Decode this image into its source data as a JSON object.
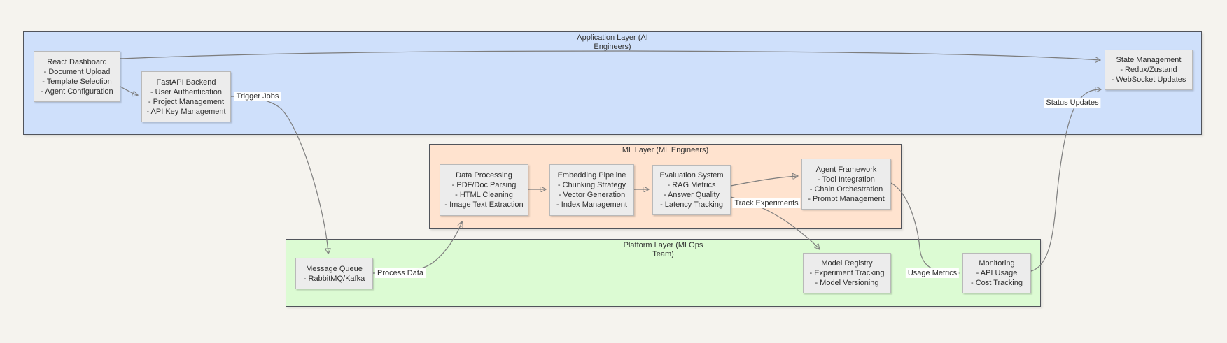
{
  "diagram": {
    "background_color": "#f5f3ee",
    "edge_color": "#7d7d7d",
    "node_fill": "#ececec",
    "clusters": {
      "application": {
        "title_line1": "Application Layer (AI",
        "title_line2": "Engineers)",
        "fill": "#cfe0fb"
      },
      "ml": {
        "title_line1": "ML Layer (ML Engineers)",
        "title_line2": "",
        "fill": "#ffe3cf"
      },
      "platform": {
        "title_line1": "Platform Layer (MLOps",
        "title_line2": "Team)",
        "fill": "#dcfbd3"
      }
    },
    "nodes": {
      "react_dashboard": {
        "title": "React Dashboard",
        "lines": [
          "- Document Upload",
          "- Template Selection",
          "- Agent Configuration"
        ]
      },
      "fastapi_backend": {
        "title": "FastAPI Backend",
        "lines": [
          "- User Authentication",
          "- Project Management",
          "- API Key Management"
        ]
      },
      "state_management": {
        "title": "State Management",
        "lines": [
          "- Redux/Zustand",
          "- WebSocket Updates"
        ]
      },
      "data_processing": {
        "title": "Data Processing",
        "lines": [
          "- PDF/Doc Parsing",
          "- HTML Cleaning",
          "- Image Text Extraction"
        ]
      },
      "embedding_pipeline": {
        "title": "Embedding Pipeline",
        "lines": [
          "- Chunking Strategy",
          "- Vector Generation",
          "- Index Management"
        ]
      },
      "evaluation_system": {
        "title": "Evaluation System",
        "lines": [
          "- RAG Metrics",
          "- Answer Quality",
          "- Latency Tracking"
        ]
      },
      "agent_framework": {
        "title": "Agent Framework",
        "lines": [
          "- Tool Integration",
          "- Chain Orchestration",
          "- Prompt Management"
        ]
      },
      "message_queue": {
        "title": "Message Queue",
        "lines": [
          "- RabbitMQ/Kafka"
        ]
      },
      "model_registry": {
        "title": "Model Registry",
        "lines": [
          "- Experiment Tracking",
          "- Model Versioning"
        ]
      },
      "monitoring": {
        "title": "Monitoring",
        "lines": [
          "- API Usage",
          "- Cost Tracking"
        ]
      }
    },
    "edge_labels": {
      "trigger_jobs": "Trigger Jobs",
      "process_data": "Process Data",
      "track_experiments": "Track Experiments",
      "usage_metrics": "Usage Metrics",
      "status_updates": "Status Updates"
    }
  }
}
